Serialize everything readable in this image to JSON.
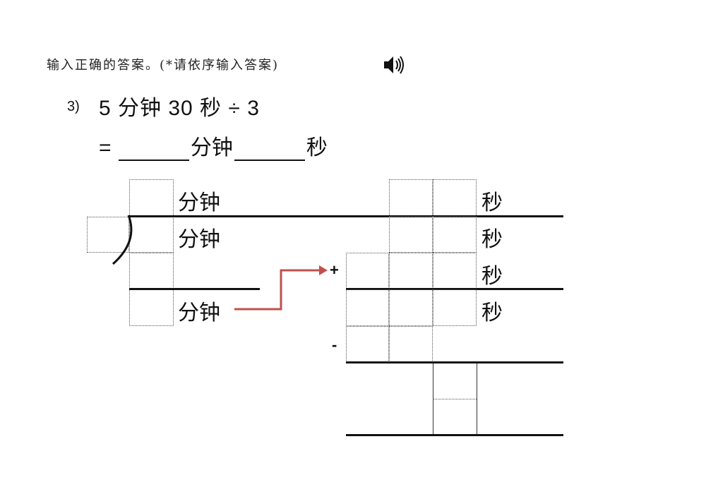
{
  "instruction": "输入正确的答案。(*请依序输入答案)",
  "question": {
    "number": "3)",
    "expression": "5 分钟 30 秒 ÷ 3",
    "equals": "=",
    "unit_minutes": "分钟",
    "unit_seconds": "秒"
  },
  "division": {
    "row1_unit": "分钟",
    "row2_unit": "分钟",
    "row4_unit": "分钟"
  },
  "right_work": {
    "row1_unit": "秒",
    "row2_unit": "秒",
    "row3_unit": "秒",
    "row4_unit": "秒",
    "plus_sign": "+",
    "minus_sign": "-"
  },
  "icons": {
    "audio": "speaker-icon",
    "arrow": "arrow-icon"
  },
  "colors": {
    "arrow": "#c0504d"
  }
}
